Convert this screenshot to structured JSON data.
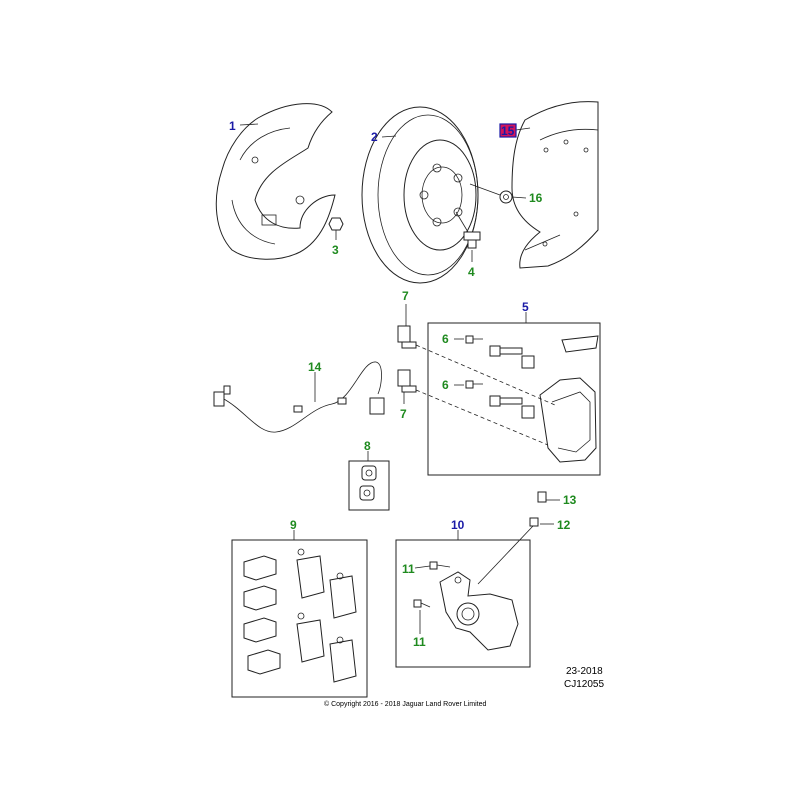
{
  "diagram": {
    "callouts": [
      {
        "id": "c1",
        "text": "1",
        "color": "#1a1aa6"
      },
      {
        "id": "c2",
        "text": "2",
        "color": "#1a1aa6"
      },
      {
        "id": "c3",
        "text": "3",
        "color": "#1f8a1f"
      },
      {
        "id": "c4",
        "text": "4",
        "color": "#1f8a1f"
      },
      {
        "id": "c15",
        "text": "15",
        "color": "#1a1aa6",
        "highlight": "#d4145a"
      },
      {
        "id": "c16",
        "text": "16",
        "color": "#1f8a1f"
      },
      {
        "id": "c5",
        "text": "5",
        "color": "#1a1aa6"
      },
      {
        "id": "c6a",
        "text": "6",
        "color": "#1f8a1f"
      },
      {
        "id": "c6b",
        "text": "6",
        "color": "#1f8a1f"
      },
      {
        "id": "c7a",
        "text": "7",
        "color": "#1f8a1f"
      },
      {
        "id": "c7b",
        "text": "7",
        "color": "#1f8a1f"
      },
      {
        "id": "c14",
        "text": "14",
        "color": "#1f8a1f"
      },
      {
        "id": "c8",
        "text": "8",
        "color": "#1f8a1f"
      },
      {
        "id": "c9",
        "text": "9",
        "color": "#1f8a1f"
      },
      {
        "id": "c10",
        "text": "10",
        "color": "#1a1aa6"
      },
      {
        "id": "c11a",
        "text": "11",
        "color": "#1f8a1f"
      },
      {
        "id": "c11b",
        "text": "11",
        "color": "#1f8a1f"
      },
      {
        "id": "c12",
        "text": "12",
        "color": "#1f8a1f"
      },
      {
        "id": "c13",
        "text": "13",
        "color": "#1f8a1f"
      }
    ],
    "ref_line_1": "23-2018",
    "ref_line_2": "CJ12055",
    "copyright": "© Copyright  2016 - 2018 Jaguar Land Rover Limited"
  }
}
